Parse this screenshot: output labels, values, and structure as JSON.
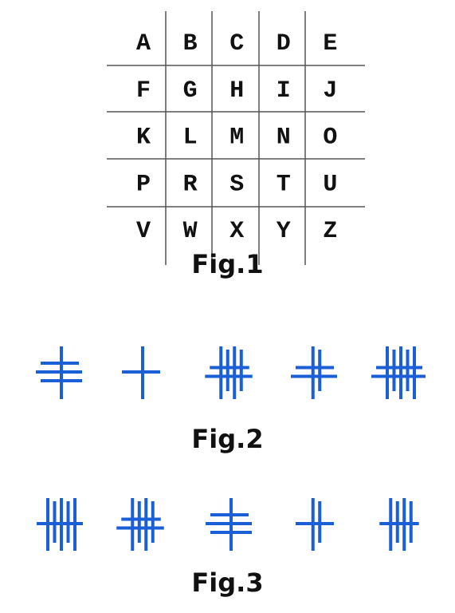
{
  "grid": {
    "rows": [
      [
        "A",
        "B",
        "C",
        "D",
        "E"
      ],
      [
        "F",
        "G",
        "H",
        "I",
        "J"
      ],
      [
        "K",
        "L",
        "M",
        "N",
        "O"
      ],
      [
        "P",
        "R",
        "S",
        "T",
        "U"
      ],
      [
        "V",
        "W",
        "X",
        "Y",
        "Z"
      ]
    ],
    "line_color": "#555555"
  },
  "captions": {
    "fig1": "Fig.1",
    "fig2": "Fig.2",
    "fig3": "Fig.3"
  },
  "glyph_color": "#1a5fd6",
  "fig2_glyphs": [
    {
      "horizontal": 3,
      "vertical": 1
    },
    {
      "horizontal": 1,
      "vertical": 1
    },
    {
      "horizontal": 2,
      "vertical": 4
    },
    {
      "horizontal": 2,
      "vertical": 2
    },
    {
      "horizontal": 2,
      "vertical": 5
    }
  ],
  "fig3_glyphs": [
    {
      "horizontal": 1,
      "vertical": 5
    },
    {
      "horizontal": 2,
      "vertical": 4
    },
    {
      "horizontal": 3,
      "vertical": 1
    },
    {
      "horizontal": 1,
      "vertical": 2
    },
    {
      "horizontal": 1,
      "vertical": 4
    }
  ]
}
